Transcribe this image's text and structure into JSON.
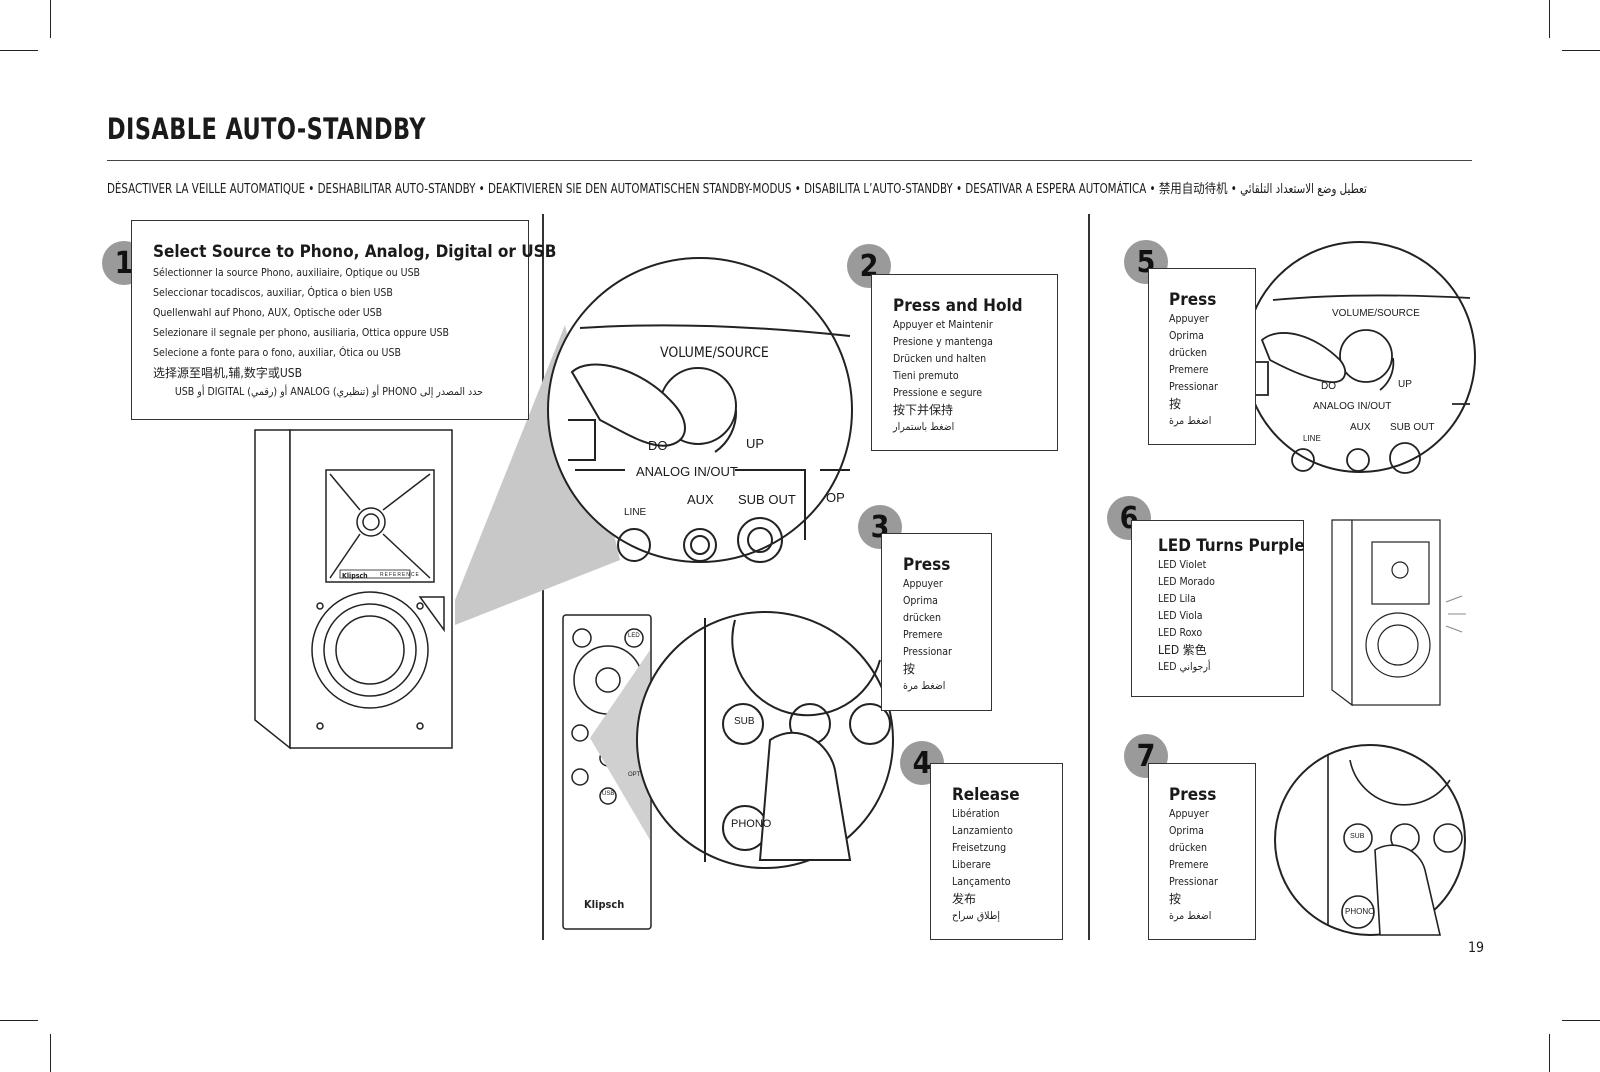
{
  "page": {
    "title": "DISABLE AUTO-STANDBY",
    "subtitle": "DÉSACTIVER LA VEILLE AUTOMATIQUE  •  DESHABILITAR AUTO-STANDBY  •  DEAKTIVIEREN SIE DEN AUTOMATISCHEN STANDBY-MODUS  •  DISABILITA L’AUTO-STANDBY  •  DESATIVAR A ESPERA AUTOMÁTICA  •  禁用自动待机  •  تعطيل وضع الاستعداد التلقائي",
    "page_number": "19"
  },
  "steps": [
    {
      "number": "1",
      "title": "Select Source to Phono, Analog, Digital or USB",
      "lines": [
        "Sélectionner la source Phono, auxiliaire, Optique ou USB",
        "Seleccionar tocadiscos, auxiliar, Óptica o bien USB",
        "Quellenwahl auf Phono, AUX, Optische oder USB",
        "Selezionare il segnale per phono, ausiliaria, Ottica oppure USB",
        "Selecione a fonte para o fono, auxiliar, Ótica ou USB",
        "选择源至唱机,辅,数字或USB",
        "حدد المصدر إلى PHONO أو (تنظيري) ANALOG أو (رقمي) DIGITAL أو USB"
      ]
    },
    {
      "number": "2",
      "title": "Press and Hold",
      "lines": [
        "Appuyer et Maintenir",
        "Presione y mantenga",
        "Drücken und halten",
        "Tieni premuto",
        "Pressione e segure",
        "按下并保持",
        "اضغط باستمرار"
      ]
    },
    {
      "number": "3",
      "title": "Press",
      "lines": [
        "Appuyer",
        "Oprima",
        "drücken",
        "Premere",
        "Pressionar",
        "按",
        "اضغط مرة"
      ]
    },
    {
      "number": "4",
      "title": "Release",
      "lines": [
        "Libération",
        "Lanzamiento",
        "Freisetzung",
        "Liberare",
        "Lançamento",
        "发布",
        "إطلاق سراح"
      ]
    },
    {
      "number": "5",
      "title": "Press",
      "lines": [
        "Appuyer",
        "Oprima",
        "drücken",
        "Premere",
        "Pressionar",
        "按",
        "اضغط مرة"
      ]
    },
    {
      "number": "6",
      "title": "LED Turns Purple",
      "lines": [
        "LED Violet",
        "LED Morado",
        "LED Lila",
        "LED Viola",
        "LED Roxo",
        "LED  紫色",
        "LED أرجواني"
      ]
    },
    {
      "number": "7",
      "title": "Press",
      "lines": [
        "Appuyer",
        "Oprima",
        "drücken",
        "Premere",
        "Pressionar",
        "按",
        "اضغط مرة"
      ]
    }
  ],
  "illustration_labels": {
    "volume_source": "VOLUME/SOURCE",
    "down": "DO",
    "up": "UP",
    "analog_in_out": "ANALOG IN/OUT",
    "line": "LINE",
    "aux": "AUX",
    "sub_out": "SUB OUT",
    "op": "OP",
    "sub": "SUB",
    "phono": "PHONO",
    "led": "LED",
    "opt": "OPT",
    "usb": "USB",
    "brand": "Klipsch",
    "reference": "REFERENCE"
  }
}
